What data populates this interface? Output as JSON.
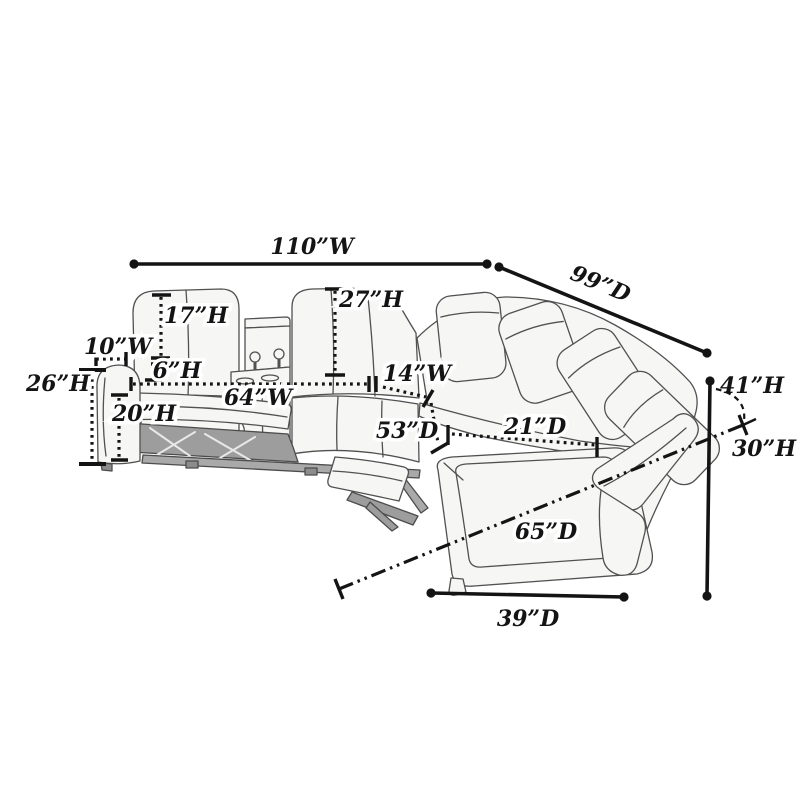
{
  "diagram": {
    "type": "furniture-dimension-diagram",
    "subject": "power reclining sectional sofa with console and extended footrests",
    "colors": {
      "background": "#ffffff",
      "dimension_ink": "#141414",
      "sofa_outline": "#515151",
      "sofa_fill": "#f6f6f4",
      "mechanism_gray": "#9d9d9d"
    },
    "measurements": [
      {
        "label": "110”W",
        "value": 110,
        "unit": "inch",
        "dimension": "width"
      },
      {
        "label": "99”D",
        "value": 99,
        "unit": "inch",
        "dimension": "depth"
      },
      {
        "label": "27”H",
        "value": 27,
        "unit": "inch",
        "dimension": "height"
      },
      {
        "label": "17”H",
        "value": 17,
        "unit": "inch",
        "dimension": "height"
      },
      {
        "label": "10”W",
        "value": 10,
        "unit": "inch",
        "dimension": "width"
      },
      {
        "label": "6”H",
        "value": 6,
        "unit": "inch",
        "dimension": "height"
      },
      {
        "label": "26”H",
        "value": 26,
        "unit": "inch",
        "dimension": "height"
      },
      {
        "label": "20”H",
        "value": 20,
        "unit": "inch",
        "dimension": "height"
      },
      {
        "label": "64”W",
        "value": 64,
        "unit": "inch",
        "dimension": "width"
      },
      {
        "label": "14”W",
        "value": 14,
        "unit": "inch",
        "dimension": "width"
      },
      {
        "label": "53”D",
        "value": 53,
        "unit": "inch",
        "dimension": "depth"
      },
      {
        "label": "21”D",
        "value": 21,
        "unit": "inch",
        "dimension": "depth"
      },
      {
        "label": "41”H",
        "value": 41,
        "unit": "inch",
        "dimension": "height"
      },
      {
        "label": "30”H",
        "value": 30,
        "unit": "inch",
        "dimension": "height"
      },
      {
        "label": "65”D",
        "value": 65,
        "unit": "inch",
        "dimension": "depth"
      },
      {
        "label": "39”D",
        "value": 39,
        "unit": "inch",
        "dimension": "depth"
      }
    ]
  }
}
